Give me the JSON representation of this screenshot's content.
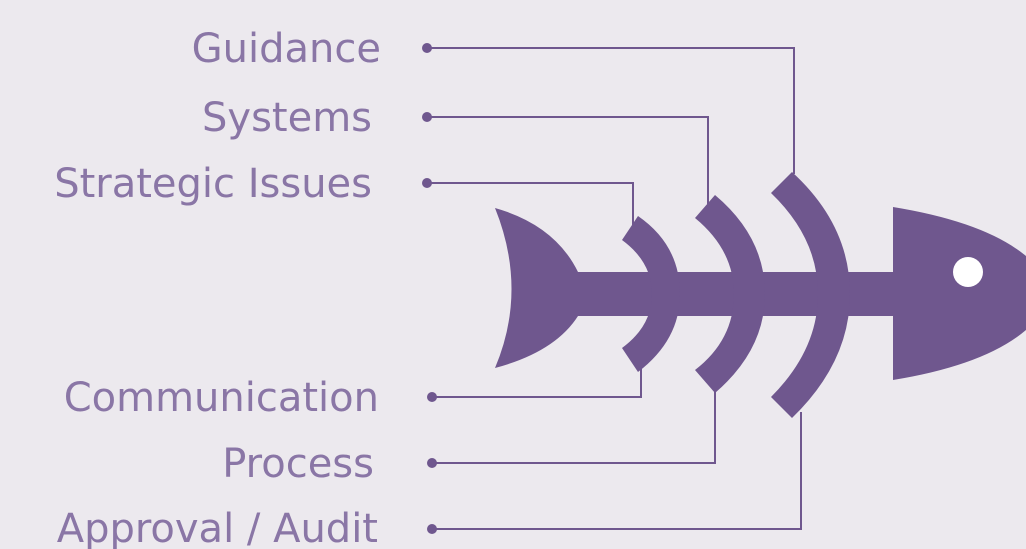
{
  "colors": {
    "background": "#ece9ee",
    "fish": "#6f578e",
    "label": "#8a76a6",
    "line": "#6f578e",
    "eye": "#ffffff"
  },
  "top_causes": [
    {
      "label": "Guidance"
    },
    {
      "label": "Systems"
    },
    {
      "label": "Strategic Issues"
    }
  ],
  "bottom_causes": [
    {
      "label": "Communication"
    },
    {
      "label": "Process"
    },
    {
      "label": "Approval / Audit"
    }
  ],
  "icons": {
    "fish": "fishbone-skeleton-icon",
    "eye": "fish-eye-icon",
    "bullet": "bullet-dot-icon"
  }
}
